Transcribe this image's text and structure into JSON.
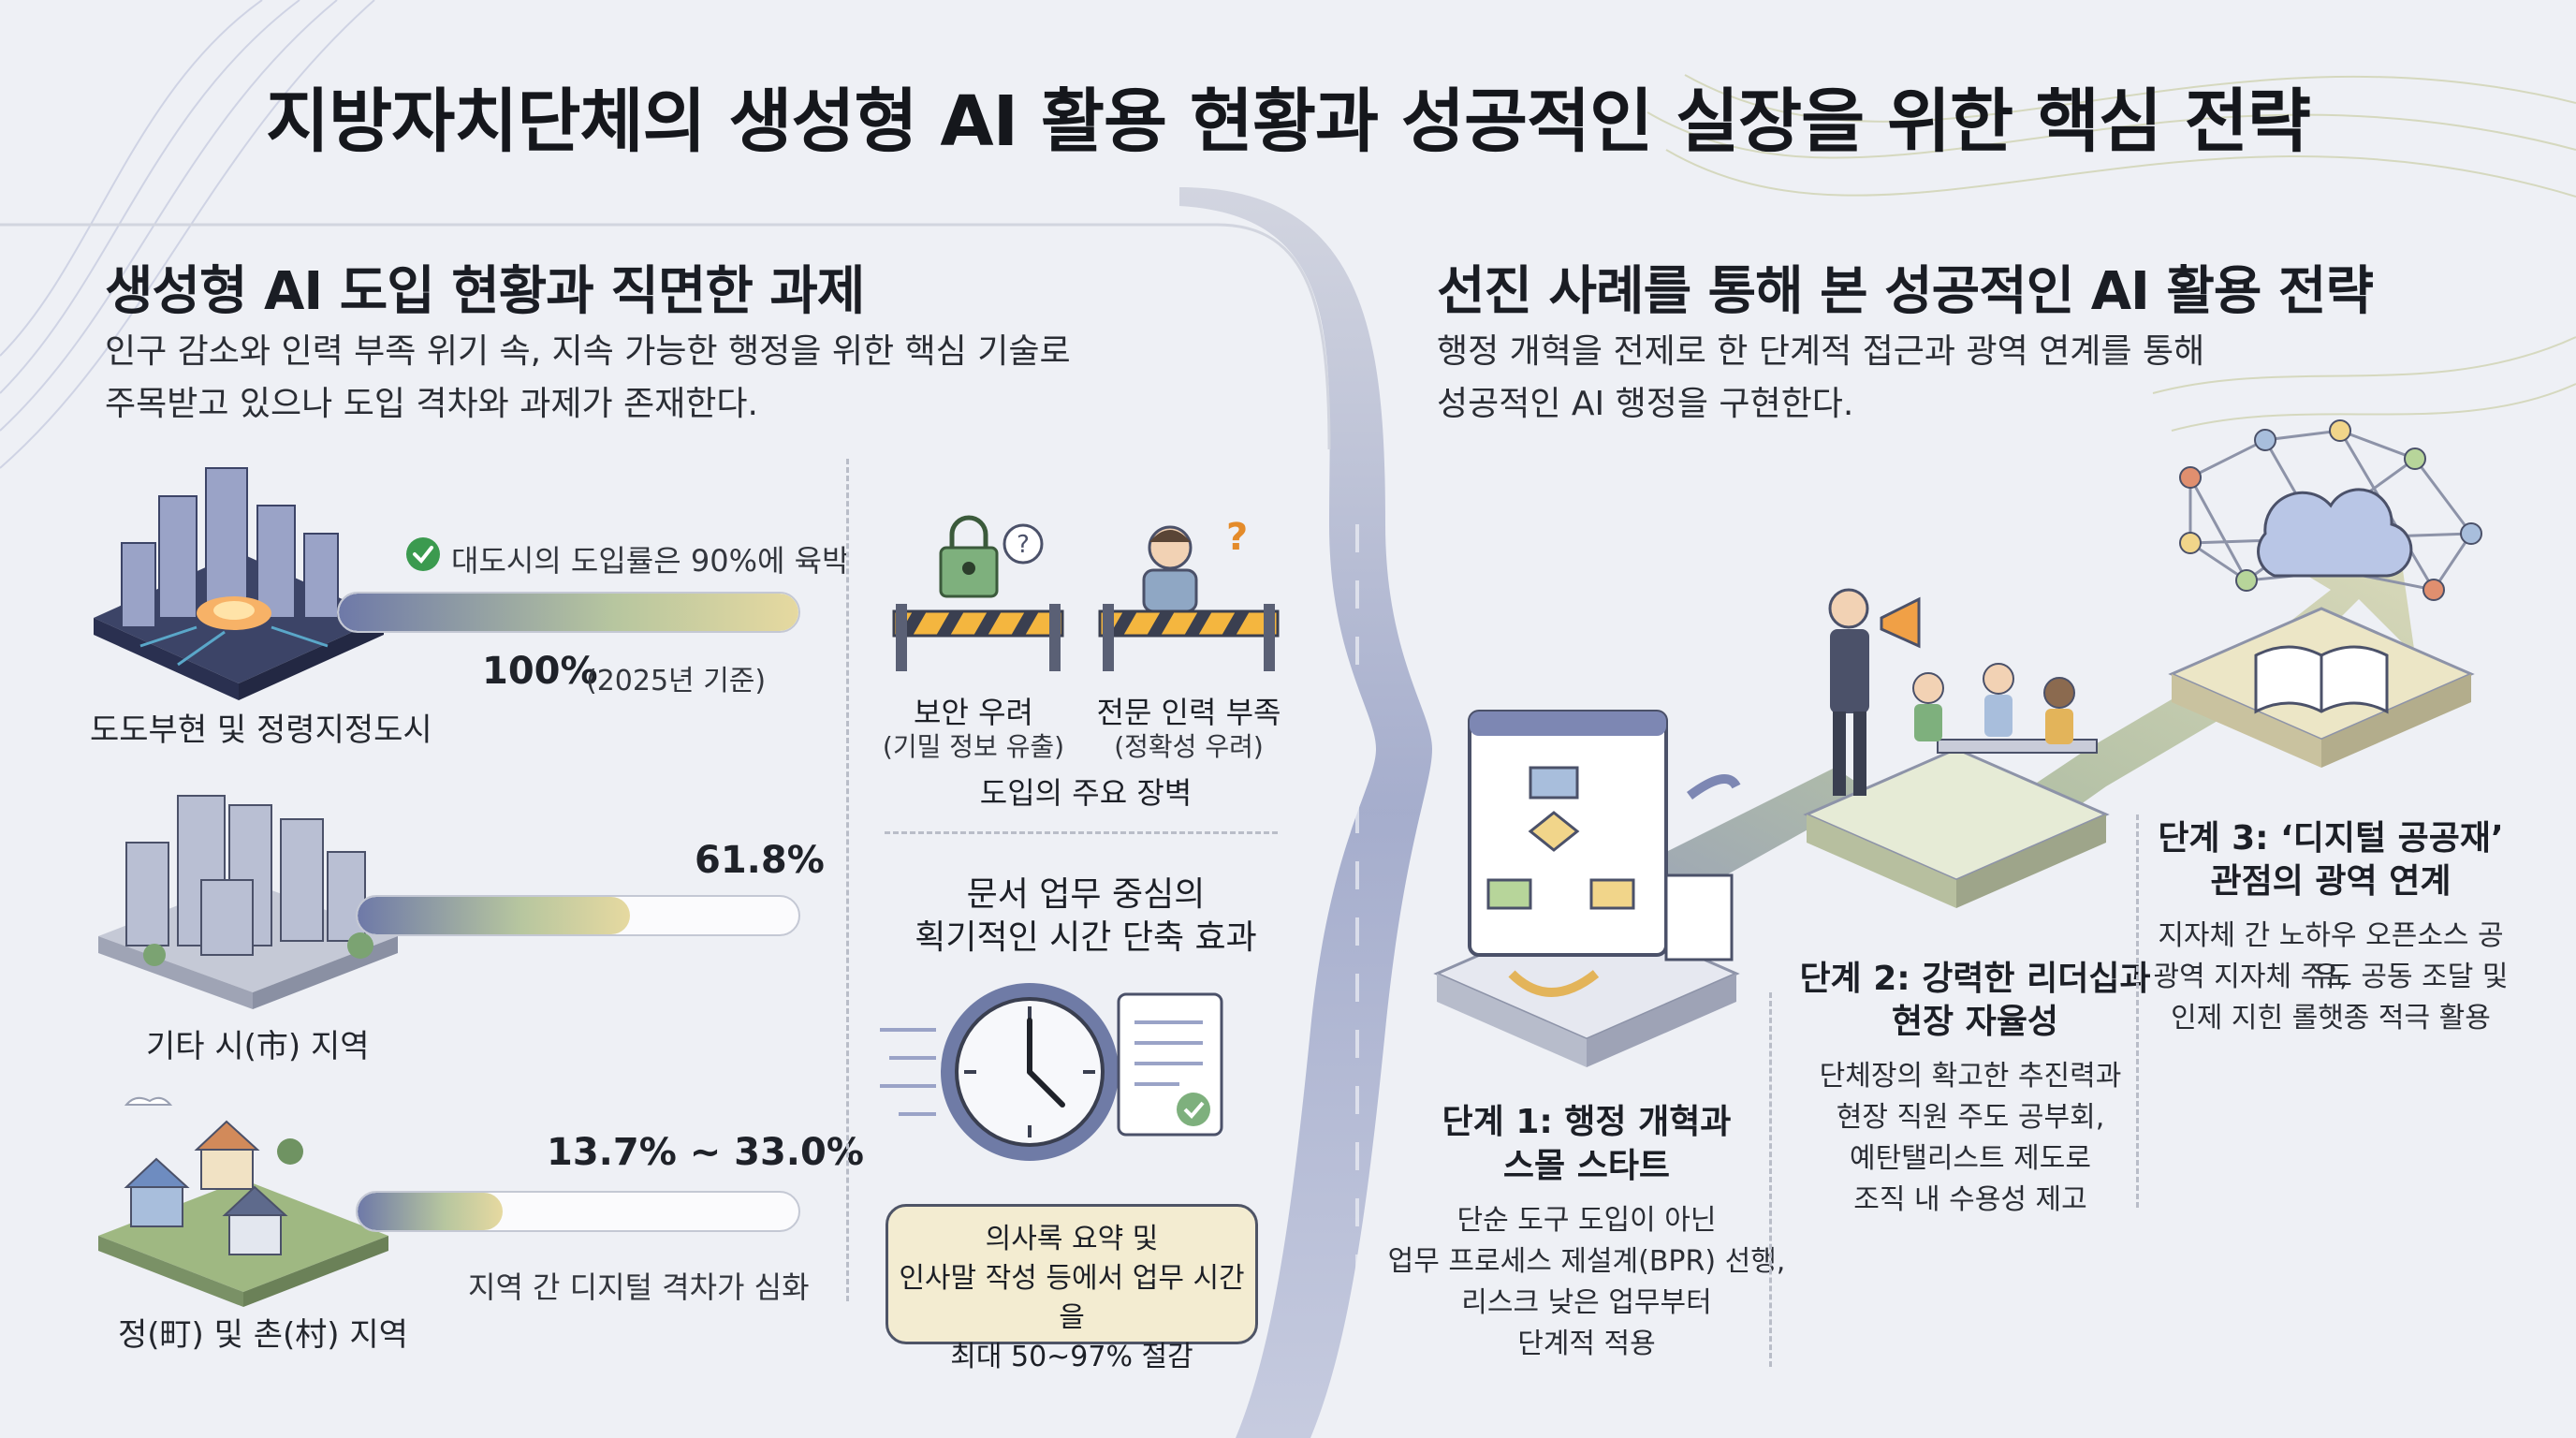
{
  "title": "지방자치단체의 생성형 AI 활용 현황과 성공적인 실장을 위한 핵심 전략",
  "left": {
    "heading": "생성형 AI 도입 현황과 직면한 과제",
    "lead_line1": "인구 감소와 인력 부족 위기 속, 지속 가능한 행정을 위한 핵심 기술로",
    "lead_line2": "주목받고 있으나 도입 격차와 과제가 존재한다.",
    "tiers": [
      {
        "name": "도도부현 및 정령지정도시",
        "value": "100%",
        "note": "(2025년 기준)",
        "badge": "대도시의 도입률은 90%에 육박",
        "fill": 1.0
      },
      {
        "name": "기타 시(市) 지역",
        "value": "61.8%",
        "fill": 0.618
      },
      {
        "name": "정(町) 및 촌(村) 지역",
        "value": "13.7% ~ 33.0%",
        "caption": "지역 간 디지털 격차가 심화",
        "fill": 0.33
      }
    ],
    "barriers": {
      "items": [
        {
          "label": "보안 우려",
          "sub": "(기밀 정보 유출)"
        },
        {
          "label": "전문 인력 부족",
          "sub": "(정확성 우려)"
        }
      ],
      "caption": "도입의 주요 장벽"
    },
    "effect": {
      "title_line1": "문서 업무 중심의",
      "title_line2": "획기적인 시간 단축 효과",
      "callout_line1": "의사록 요약 및",
      "callout_line2": "인사말 작성 등에서 업무 시간을",
      "callout_line3": "최대 50~97% 절감"
    }
  },
  "right": {
    "heading": "선진 사례를 통해 본 성공적인 AI 활용 전략",
    "lead_line1": "행정 개혁을 전제로 한 단계적 접근과 광역 연계를 통해",
    "lead_line2": "성공적인 AI 행정을 구현한다.",
    "steps": [
      {
        "title_line1": "단계 1: 행정 개혁과",
        "title_line2": "스몰 스타트",
        "desc": [
          "단순 도구 도입이 아닌",
          "업무 프로세스 제설계(BPR) 선행,",
          "리스크 낮은 업무부터",
          "단계적 적용"
        ]
      },
      {
        "title_line1": "단계 2: 강력한 리더십과",
        "title_line2": "현장 자율성",
        "desc": [
          "단체장의 확고한 추진력과",
          "현장 직원 주도 공부회,",
          "예탄탤리스트 제도로",
          "조직 내 수용성 제고"
        ]
      },
      {
        "title_line1": "단계 3: ‘디지털 공공재’",
        "title_line2": "관점의 광역 연계",
        "desc": [
          "지자체 간 노하우 오픈소스 공유,",
          "광역 지자체 주도 공동 조달 및",
          "인제 지힌 롤햇종 적극 활용"
        ]
      }
    ]
  },
  "colors": {
    "accent_green": "#3b9a4f",
    "bar_start": "#6e79a8",
    "bar_end": "#e6d9a0",
    "callout_bg": "#f3ecd1"
  }
}
